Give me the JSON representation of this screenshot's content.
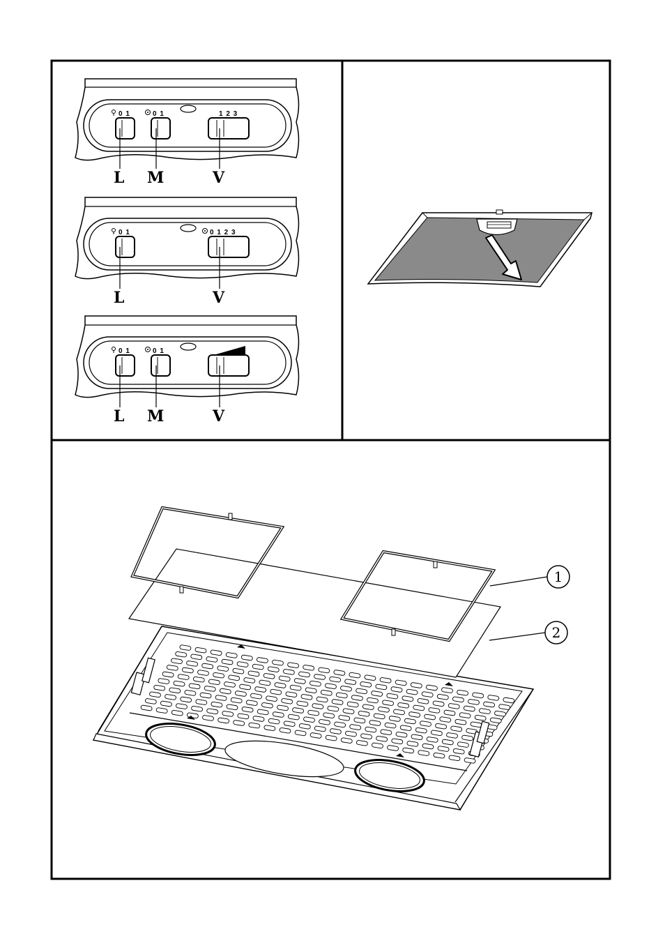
{
  "panels": [
    {
      "switch_labels": [
        "L",
        "M",
        "V"
      ],
      "markings": {
        "light": "0 1",
        "motor": "0 1",
        "speed": "1 2 3"
      }
    },
    {
      "switch_labels": [
        "L",
        "V"
      ],
      "markings": {
        "light": "0 1",
        "speed": "0 1 2 3"
      }
    },
    {
      "switch_labels": [
        "L",
        "M",
        "V"
      ],
      "markings": {
        "light": "0 1",
        "motor": "0 1",
        "speed": ""
      }
    }
  ],
  "callouts": [
    "1",
    "2"
  ],
  "icons": [
    "light-bulb-icon",
    "fan-icon",
    "speed-ramp-icon",
    "filter-removal-arrow-icon"
  ],
  "colors": {
    "line": "#000000",
    "filter_fill": "#8a8a8a",
    "background": "#ffffff"
  }
}
